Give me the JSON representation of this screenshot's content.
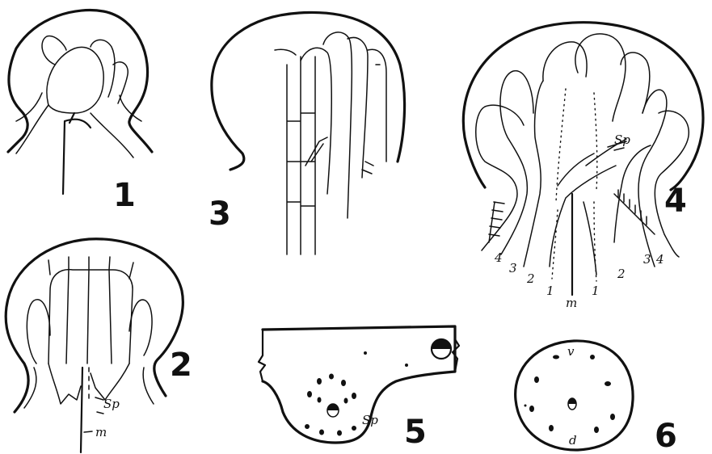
{
  "plate": {
    "figures": [
      {
        "number": "1"
      },
      {
        "number": "2",
        "labels": [
          "Sp",
          "m"
        ]
      },
      {
        "number": "3"
      },
      {
        "number": "4",
        "labels": [
          "Sp",
          "1",
          "1",
          "2",
          "2",
          "3",
          "3",
          "4",
          "4",
          "m"
        ]
      },
      {
        "number": "5",
        "labels": [
          "Sp"
        ]
      },
      {
        "number": "6",
        "labels": [
          "v",
          "d"
        ]
      }
    ]
  }
}
